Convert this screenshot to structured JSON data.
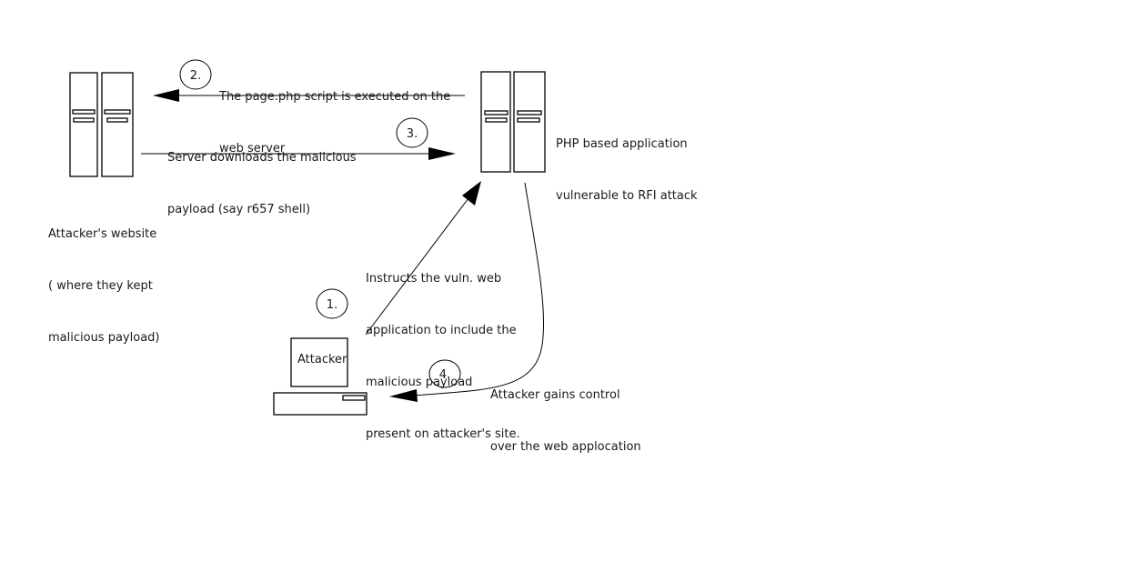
{
  "diagram": {
    "nodes": {
      "attacker_site": {
        "lines": [
          "Attacker's website",
          "( where they kept",
          "malicious payload)"
        ]
      },
      "php_server": {
        "lines": [
          "PHP based application",
          "vulnerable to RFI attack"
        ]
      },
      "attacker_pc": {
        "label": "Attacker"
      }
    },
    "steps": [
      {
        "number": "1.",
        "lines": [
          "Instructs the vuln. web",
          "application to include the",
          "malicious payload",
          "present on attacker's site."
        ]
      },
      {
        "number": "2.",
        "lines": [
          "The page.php script is executed on the",
          "web server"
        ]
      },
      {
        "number": "3.",
        "lines": [
          "Server downloads the malicious",
          "payload (say r657 shell)"
        ]
      },
      {
        "number": "4.",
        "lines": [
          "Attacker gains control",
          "over the web applocation"
        ]
      }
    ],
    "colors": {
      "stroke": "#000000",
      "text": "#1a1a1a",
      "background": "#ffffff"
    }
  }
}
